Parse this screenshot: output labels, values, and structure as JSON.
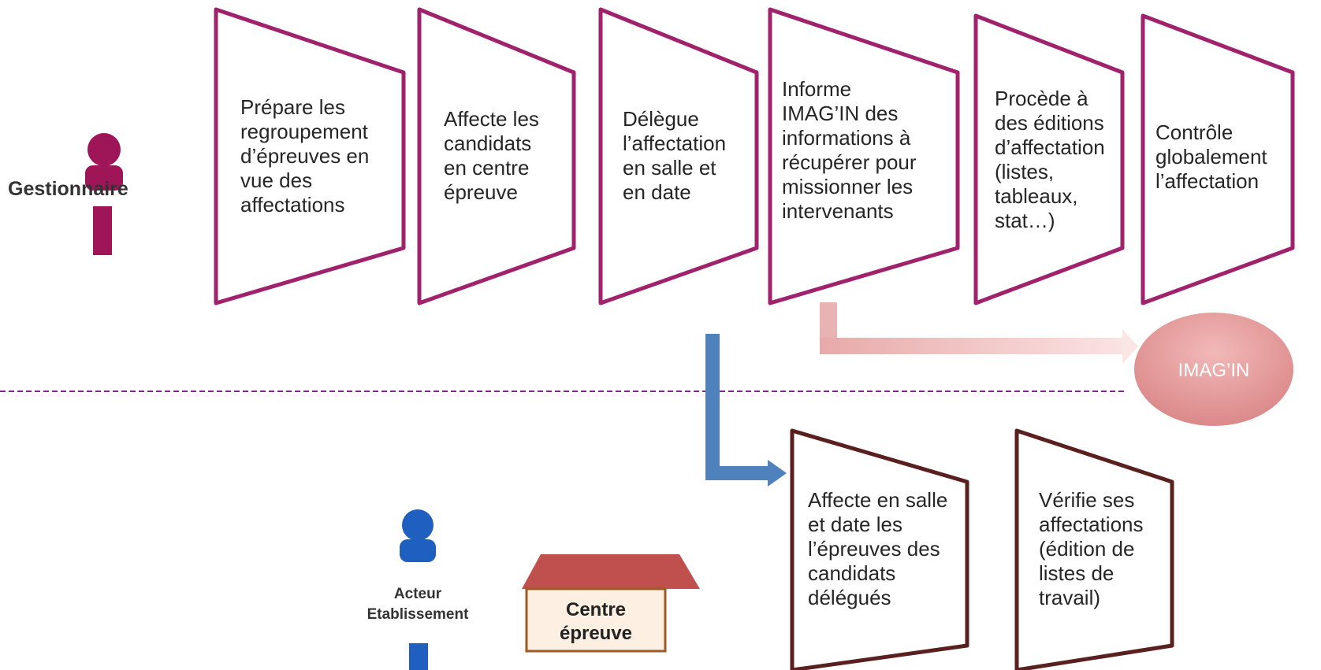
{
  "actors": {
    "gestionnaire": {
      "label": "Gestionnaire",
      "color": "#9e1558"
    },
    "etablissement": {
      "label": "Acteur\nEtablissement",
      "color": "#1f5fbf"
    }
  },
  "gestionnaire_steps": [
    "Prépare les\nregroupement\nd’épreuves en\nvue des\naffectations",
    "Affecte  les\ncandidats\nen centre\népreuve",
    "Délègue\nl’affectation\nen salle et\nen date",
    "Informe\nIMAG’IN des\ninformations à\nrécupérer pour\nmissionner les\nintervenants",
    "Procède à\ndes éditions\nd’affectation\n(listes,\ntableaux,\nstat…)",
    "Contrôle\nglobalement\nl’affectation"
  ],
  "etablissement_steps": [
    "Affecte en salle\net date les\nl’épreuves des\ncandidats\ndélégués",
    "Vérifie ses\naffectations\n(édition de\nlistes de\ntravail)"
  ],
  "centre_epreuve": {
    "label": "Centre\népreuve",
    "roof_color": "#c0504d",
    "wall_color": "#fdf0e3",
    "border_color": "#9c5a24"
  },
  "imagin": {
    "label": "IMAG’IN",
    "color": "#d98c8c"
  },
  "colors": {
    "gestionnaire_border": "#a0226d",
    "etablissement_border": "#5a2020",
    "arrow_blue": "#4f81bd",
    "arrow_pink": "#f2c4c4",
    "separator": "#7b2a8a"
  }
}
